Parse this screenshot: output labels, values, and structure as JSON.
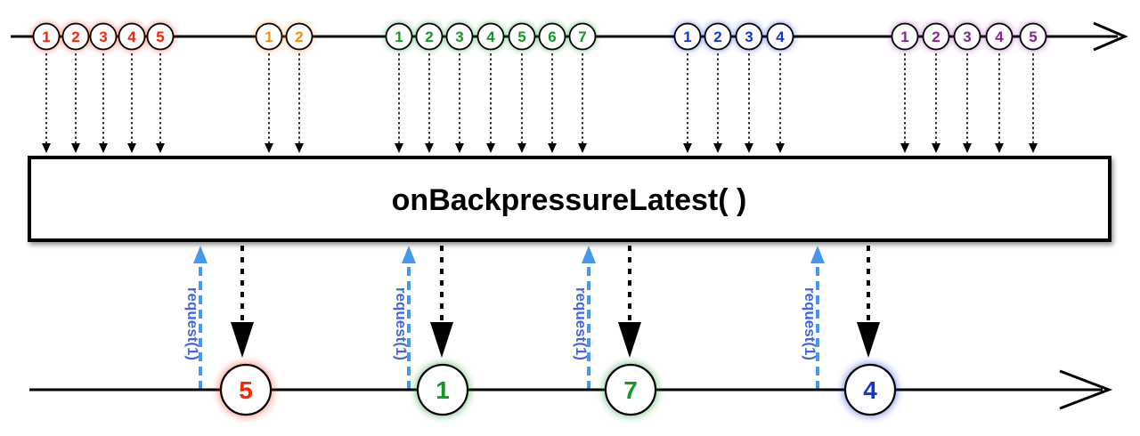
{
  "operator": {
    "label": "onBackpressureLatest( )"
  },
  "request_label": "request(1)",
  "colors": {
    "red": "#ff2200",
    "orange": "#ff8c00",
    "green": "#119922",
    "blue": "#1133dd",
    "purple": "#882299",
    "request_blue": "#4499ee",
    "line": "#000000"
  },
  "source": {
    "groups": [
      {
        "color": "red",
        "items": [
          "1",
          "2",
          "3",
          "4",
          "5"
        ]
      },
      {
        "color": "orange",
        "items": [
          "1",
          "2"
        ]
      },
      {
        "color": "green",
        "items": [
          "1",
          "2",
          "3",
          "4",
          "5",
          "6",
          "7"
        ]
      },
      {
        "color": "blue",
        "items": [
          "1",
          "2",
          "3",
          "4"
        ]
      },
      {
        "color": "purple",
        "items": [
          "1",
          "2",
          "3",
          "4",
          "5"
        ]
      }
    ]
  },
  "output": {
    "items": [
      {
        "label": "5",
        "color": "red"
      },
      {
        "label": "1",
        "color": "green"
      },
      {
        "label": "7",
        "color": "green"
      },
      {
        "label": "4",
        "color": "blue"
      }
    ]
  }
}
